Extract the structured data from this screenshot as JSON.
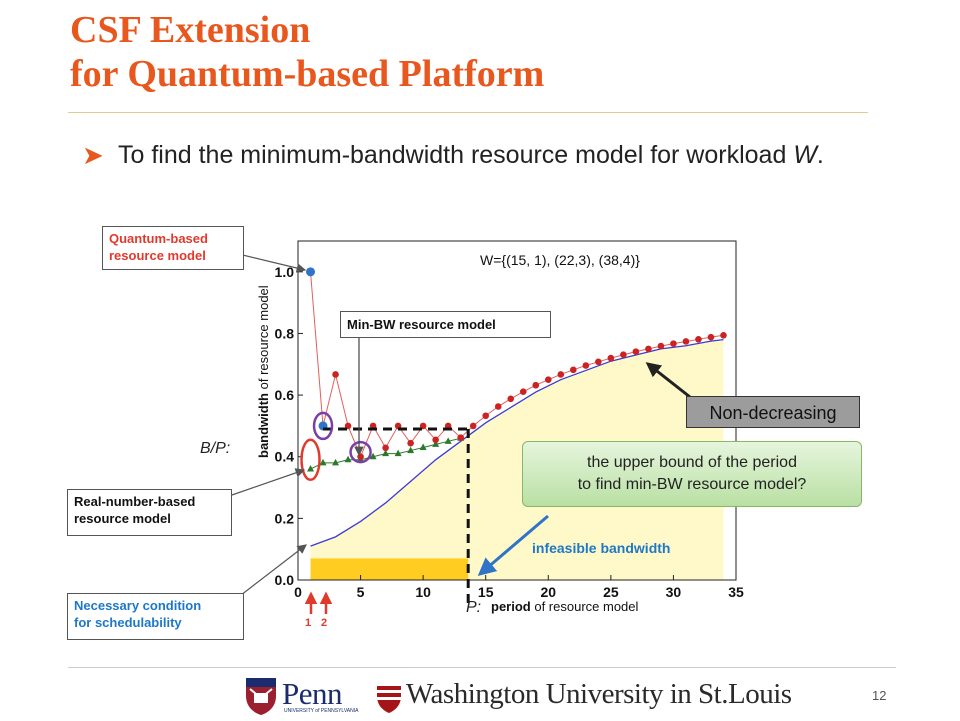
{
  "slide": {
    "title_line1": "CSF Extension",
    "title_line2": "for Quantum-based Platform",
    "bullet_before": "To find the minimum-bandwidth resource model for workload ",
    "bullet_italic": "W",
    "bullet_after": ".",
    "page_number": "12"
  },
  "callouts": {
    "quantum_line1": "Quantum-based",
    "quantum_line2": "resource model",
    "min_bw": "Min-BW resource model",
    "real_line1": "Real-number-based",
    "real_line2": "resource model",
    "necessary_line1": "Necessary condition",
    "necessary_line2": "for schedulability",
    "non_decreasing": "Non-decreasing",
    "upper_line1": "the upper bound of the period",
    "upper_line2": "to find min-BW resource model?",
    "infeasible": "infeasible bandwidth",
    "bp_label": "B/P:",
    "p_label": "P:",
    "x_axis_bold": "period",
    "x_axis_rest": " of resource model",
    "y_axis_bold": "bandwidth",
    "y_axis_rest": " of resource model",
    "tick_annot_1": "1",
    "tick_annot_2": "2"
  },
  "logos": {
    "penn": "Penn",
    "penn_sub": "UNIVERSITY of PENNSYLVANIA",
    "washu": "Washington University in St.Louis"
  },
  "colors": {
    "title": "#e8581e",
    "callout_red": "#e03a2d",
    "callout_blue": "#1e78c8",
    "quantum_series": "#cc2222",
    "real_series": "#2a7a2a",
    "necessary_curve": "#3b3bd9",
    "feasible_fill": "#fff9c9",
    "infeasible_band": "#ffcc22"
  },
  "chart_data": {
    "type": "line",
    "annotation_text": "W={(15, 1), (22,3), (38,4)}",
    "xlabel": "period of resource model",
    "ylabel": "bandwidth of resource model",
    "xlim": [
      0,
      35
    ],
    "ylim": [
      0,
      1.1
    ],
    "xticks": [
      0,
      5,
      10,
      15,
      20,
      25,
      30,
      35
    ],
    "yticks": [
      0.0,
      0.2,
      0.4,
      0.6,
      0.8,
      1.0
    ],
    "xtick_labels": [
      "0",
      "5",
      "10",
      "15",
      "20",
      "25",
      "30",
      "35"
    ],
    "ytick_labels": [
      "0.0",
      "0.2",
      "0.4",
      "0.6",
      "0.8",
      "1.0"
    ],
    "series": [
      {
        "x": [
          1,
          2,
          3,
          4,
          5,
          6,
          7,
          8,
          9,
          10,
          11,
          12,
          13,
          14,
          15,
          16,
          17,
          18,
          19,
          20,
          21,
          22,
          23,
          24,
          25,
          26,
          27,
          28,
          29,
          30,
          31,
          32,
          33,
          34
        ],
        "values": [
          1.0,
          0.5,
          0.667,
          0.5,
          0.4,
          0.5,
          0.429,
          0.5,
          0.444,
          0.5,
          0.455,
          0.5,
          0.462,
          0.5,
          0.533,
          0.563,
          0.588,
          0.611,
          0.632,
          0.65,
          0.667,
          0.682,
          0.696,
          0.708,
          0.72,
          0.731,
          0.741,
          0.75,
          0.759,
          0.767,
          0.774,
          0.781,
          0.788,
          0.794
        ]
      },
      {
        "x": [
          1,
          2,
          3,
          4,
          5,
          6,
          7,
          8,
          9,
          10,
          11,
          12,
          13
        ],
        "values": [
          0.36,
          0.38,
          0.38,
          0.39,
          0.39,
          0.4,
          0.41,
          0.41,
          0.42,
          0.43,
          0.44,
          0.45,
          0.46
        ]
      },
      {
        "x": [
          1,
          3,
          5,
          7,
          9,
          11,
          13,
          15,
          17,
          19,
          21,
          23,
          25,
          27,
          29,
          31,
          33,
          34
        ],
        "values": [
          0.11,
          0.14,
          0.19,
          0.25,
          0.32,
          0.39,
          0.45,
          0.51,
          0.56,
          0.61,
          0.65,
          0.68,
          0.71,
          0.73,
          0.75,
          0.76,
          0.775,
          0.78
        ]
      }
    ],
    "highlight_points": [
      {
        "x": 1,
        "y": 1.0
      },
      {
        "x": 2,
        "y": 0.5
      }
    ],
    "min_bw_point": {
      "x": 13.6,
      "y": 0.49
    },
    "infeasible_band_ylim": [
      0,
      0.07
    ]
  }
}
